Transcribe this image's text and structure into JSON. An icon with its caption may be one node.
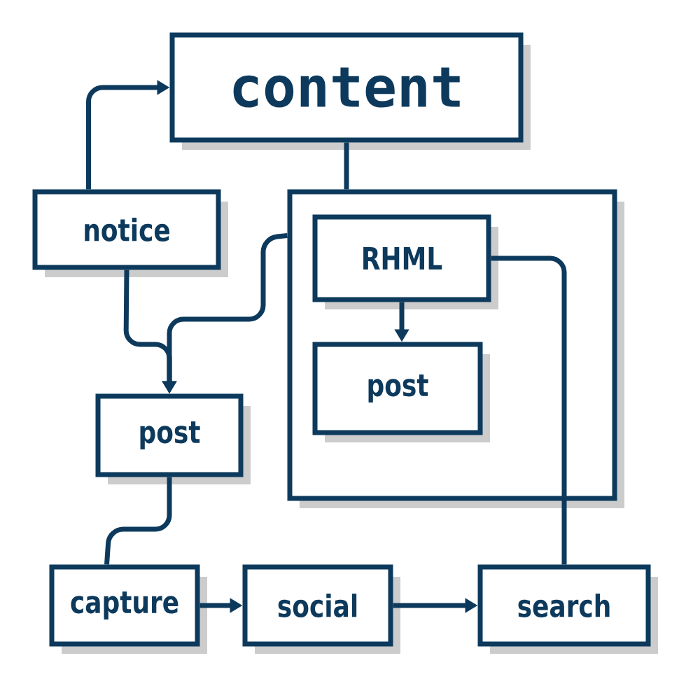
{
  "diagram": {
    "nodes": [
      {
        "text": [
          "content"
        ]
      },
      {
        "text": [
          "notice"
        ]
      },
      {
        "text": [],
        "shape": "box"
      },
      {
        "text": [
          "RHML"
        ],
        "in": 2
      },
      {
        "text": [
          "post"
        ],
        "in": 2
      },
      {
        "text": [
          "post"
        ]
      },
      {
        "text": [
          "capture"
        ]
      },
      {
        "text": [
          "social"
        ]
      },
      {
        "text": [
          "search"
        ]
      }
    ],
    "edges": [
      {
        "from": 1,
        "to": 0,
        "arrow": "to"
      },
      {
        "from": 0,
        "to": 2,
        "arrow": "none"
      },
      {
        "from": 2,
        "to": 5,
        "arrow": "to"
      },
      {
        "from": 1,
        "to": 5,
        "arrow": "to"
      },
      {
        "from": 3,
        "to": 4,
        "arrow": "to"
      },
      {
        "from": 3,
        "to": 8,
        "arrow": "none"
      },
      {
        "from": 5,
        "to": 6,
        "arrow": "none"
      },
      {
        "from": 6,
        "to": 7,
        "arrow": "to"
      },
      {
        "from": 7,
        "to": 8,
        "arrow": "to"
      }
    ]
  }
}
